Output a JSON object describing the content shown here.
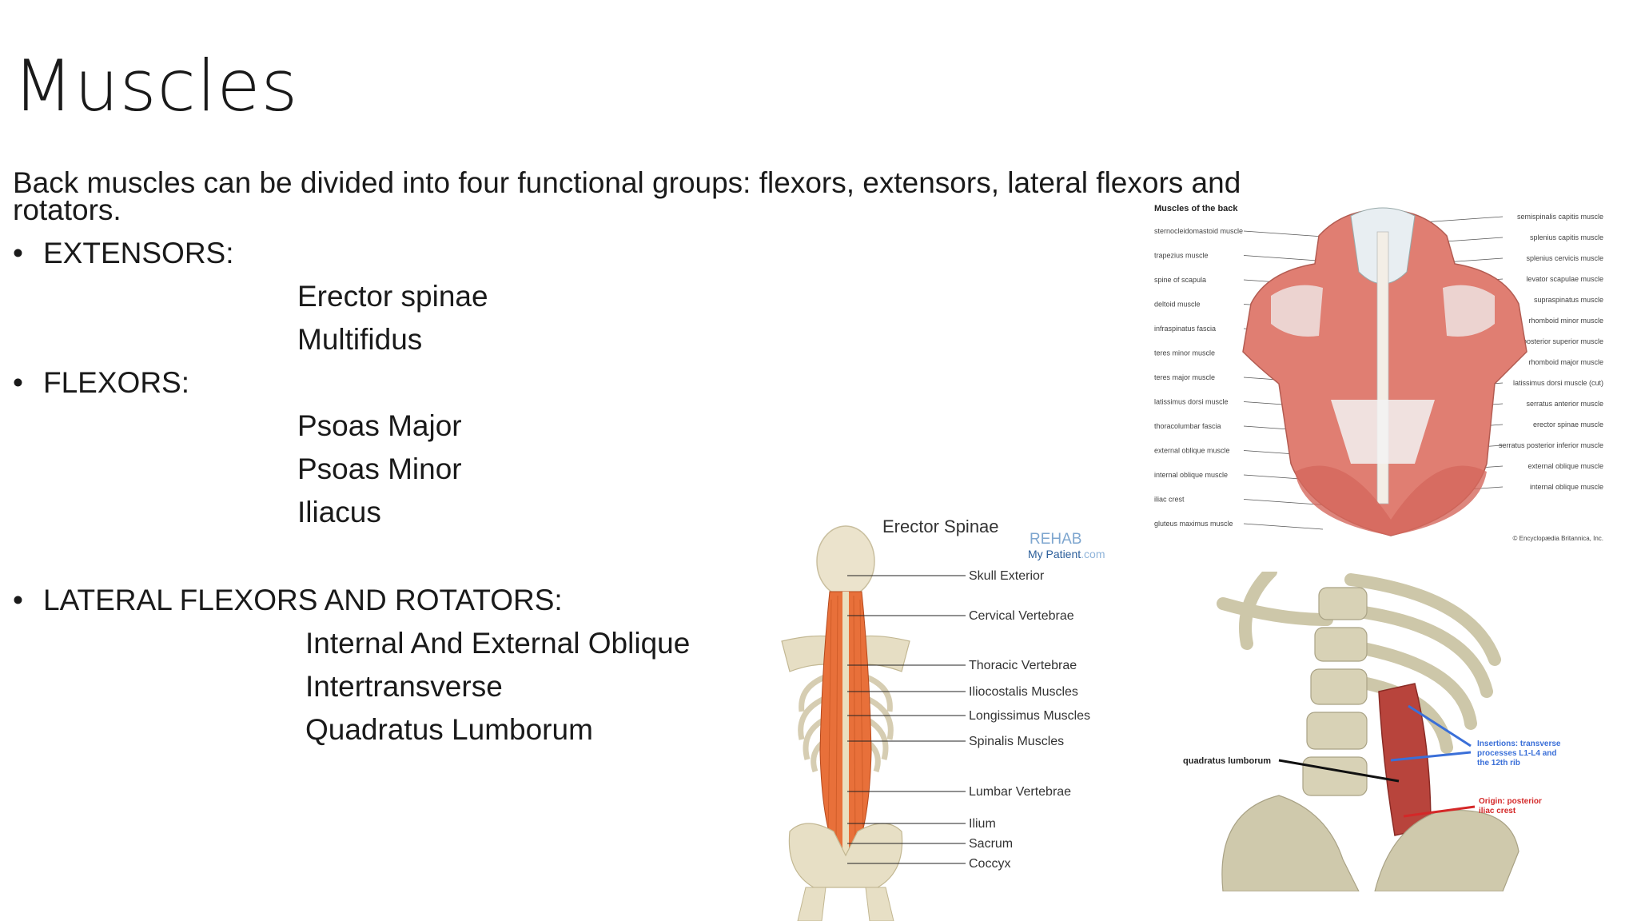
{
  "title": "Muscles",
  "intro": "Back muscles can be divided into four functional groups: flexors, extensors, lateral flexors and rotators.",
  "bullet_glyph": "•",
  "groups": {
    "extensors": {
      "heading": "EXTENSORS:",
      "items": [
        "Erector spinae",
        "Multifidus"
      ]
    },
    "flexors": {
      "heading": "FLEXORS:",
      "items": [
        "Psoas Major",
        "Psoas Minor",
        "Iliacus"
      ]
    },
    "lateral": {
      "heading": "LATERAL FLEXORS AND ROTATORS:",
      "items": [
        "Internal And External Oblique",
        "Intertransverse",
        "Quadratus Lumborum"
      ]
    }
  },
  "fig_back": {
    "heading": "Muscles of the back",
    "left_labels": [
      "sternocleidomastoid muscle",
      "trapezius muscle",
      "spine of scapula",
      "deltoid muscle",
      "infraspinatus fascia",
      "teres minor muscle",
      "teres major muscle",
      "latissimus dorsi muscle",
      "thoracolumbar fascia",
      "external oblique muscle",
      "internal oblique muscle",
      "iliac crest",
      "gluteus maximus muscle"
    ],
    "right_labels": [
      "semispinalis capitis muscle",
      "splenius capitis muscle",
      "splenius cervicis muscle",
      "levator scapulae muscle",
      "supraspinatus muscle",
      "rhomboid minor muscle",
      "serratus posterior superior muscle",
      "rhomboid major muscle",
      "latissimus dorsi muscle (cut)",
      "serratus anterior muscle",
      "erector spinae muscle",
      "serratus posterior inferior muscle",
      "external oblique muscle",
      "internal oblique muscle"
    ],
    "credit": "© Encyclopædia Britannica, Inc."
  },
  "fig_erector": {
    "title": "Erector Spinae",
    "logo_line1": "REHAB",
    "logo_line2a": "My Patient",
    "logo_line2b": ".com",
    "labels": [
      "Skull Exterior",
      "Cervical Vertebrae",
      "Thoracic Vertebrae",
      "Iliocostalis Muscles",
      "Longissimus Muscles",
      "Spinalis Muscles",
      "Lumbar Vertebrae",
      "Ilium",
      "Sacrum",
      "Coccyx"
    ]
  },
  "fig_ql": {
    "label": "quadratus lumborum",
    "insertion": "Insertions: transverse processes L1-L4 and the 12th rib",
    "origin": "Origin: posterior iliac crest"
  },
  "colors": {
    "muscle": "#d9705f",
    "bone": "#e3dcc4",
    "blue": "#3a6fd8",
    "red": "#d42828"
  }
}
